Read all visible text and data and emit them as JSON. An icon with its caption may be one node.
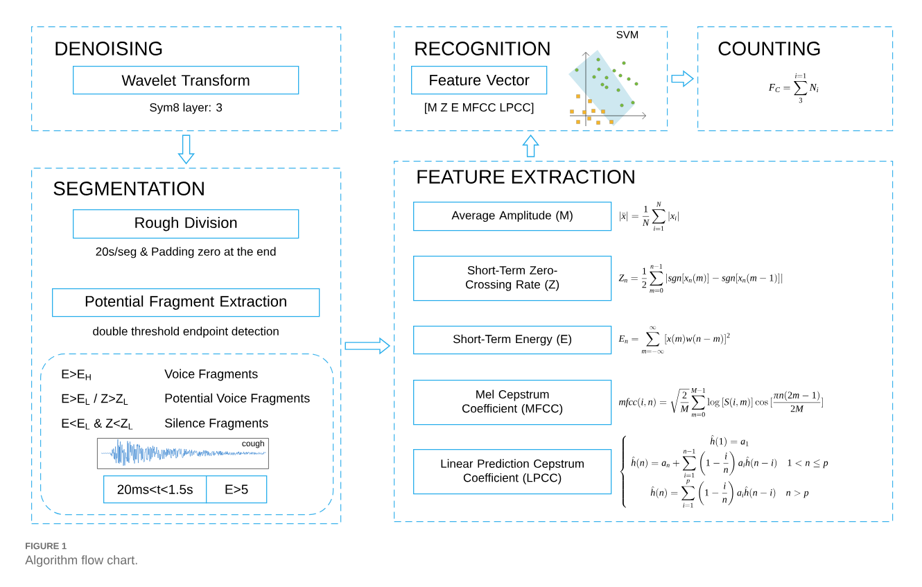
{
  "diagram": {
    "caption": "Algorithm flow chart.",
    "nodes": [
      {
        "text": [
          "DENOISING"
        ]
      },
      {
        "text": [
          "Wavelet Transform"
        ],
        "in": 0,
        "beside": [
          "Sym8 layer: 3"
        ]
      },
      {
        "text": [
          "SEGMENTATION"
        ]
      },
      {
        "text": [
          "Rough Division"
        ],
        "in": 2,
        "beside": [
          "20s/seg & Padding zero at the end"
        ]
      },
      {
        "text": [
          "Potential Fragment Extraction"
        ],
        "in": 2,
        "beside": [
          "double threshold endpoint detection"
        ]
      },
      {
        "text": [
          "E>E$_{H}$",
          "Voice Fragments",
          "E>E$_{L}$ / Z>Z$_{L}$",
          "Potential Voice Fragments",
          "E<E$_{L}$ & Z<Z$_{L}$",
          "Silence Fragments"
        ],
        "in": 2
      },
      {
        "text": [
          "cough"
        ],
        "in": 5
      },
      {
        "text": [
          "20ms<t<1.5s"
        ],
        "in": 5
      },
      {
        "text": [
          "E>5"
        ],
        "in": 5
      },
      {
        "text": [
          "RECOGNITION"
        ]
      },
      {
        "text": [
          "Feature Vector"
        ],
        "in": 9,
        "beside": [
          "[M Z E MFCC LPCC]"
        ]
      },
      {
        "text": [
          "COUNTING",
          "F_C = \\sum_{3}^{i=1} N_i"
        ]
      },
      {
        "text": [
          "FEATURE EXTRACTION"
        ]
      },
      {
        "text": [
          "Average Amplitude (M)"
        ],
        "in": 12,
        "beside": [
          "|\\bar{x}| = \\frac{1}{N}\\sum_{i=1}^{N}|x_i|"
        ]
      },
      {
        "text": [
          "Short-Term Zero-Crossing Rate (Z)"
        ],
        "in": 12,
        "beside": [
          "Z_n = \\frac{1}{2}\\sum_{m=0}^{n-1}|sgn[x_n(m)] - sgn[x_n(m-1)]|"
        ]
      },
      {
        "text": [
          "Short-Term Energy (E)"
        ],
        "in": 12,
        "beside": [
          "E_n = \\sum_{m=-\\infty}^{\\infty}[x(m)w(n-m)]^2"
        ]
      },
      {
        "text": [
          "Mel Cepstrum Coefficient (MFCC)"
        ],
        "in": 12,
        "beside": [
          "mfcc(i,n) = \\sqrt{\\frac{2}{M}}\\sum_{m=0}^{M-1}\\log\\,[S(i,m)]\\cos\\,[\\frac{\\pi n(2m-1)}{2M}]"
        ]
      },
      {
        "text": [
          "Linear Prediction Cepstrum Coefficient (LPCC)"
        ],
        "in": 12,
        "beside": [
          "\\left\\{\\begin{array}{c}\\displaystyle\\hat{h}(1) = a_1\\\\ \\displaystyle\\hat{h}(n) = a_n + \\sum_{i=1}^{n-1}\\left(1-\\frac{i}{n}\\right)a_i\\hat{h}(n-i)\\quad 1<n\\le p\\\\ \\displaystyle\\hat{h}(n) = \\sum_{i=1}^{p}\\left(1-\\frac{i}{n}\\right)a_i\\hat{h}(n-i)\\quad n>p\\end{array}\\right."
        ]
      }
    ],
    "edges": [
      {
        "from": 0,
        "to": 2,
        "arrow": "to"
      },
      {
        "from": 2,
        "to": 12,
        "arrow": "to"
      },
      {
        "from": 12,
        "to": 9,
        "arrow": "to"
      },
      {
        "from": 9,
        "to": 11,
        "arrow": "to"
      }
    ],
    "labels": [
      "SVM",
      "FIGURE 1"
    ]
  }
}
